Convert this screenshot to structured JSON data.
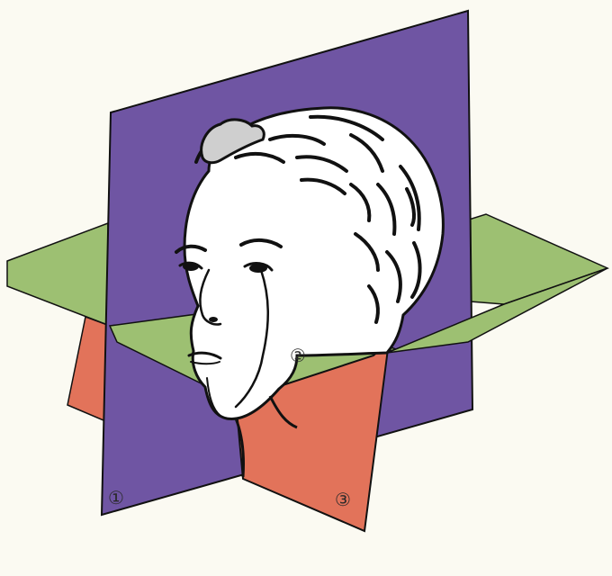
{
  "planes": {
    "plane_1": {
      "label": "①",
      "color": "#6f55a3"
    },
    "plane_2": {
      "label": "②",
      "color": "#9dc072"
    },
    "plane_3": {
      "label": "③",
      "color": "#e2735a"
    }
  },
  "background": "#fbfaf2",
  "outline_color": "#111111",
  "head_fill": "#ffffff"
}
